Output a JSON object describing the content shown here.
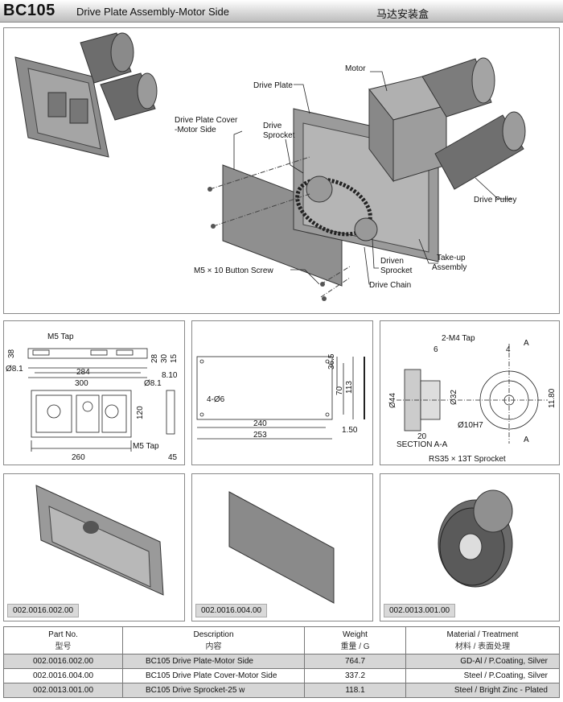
{
  "header": {
    "code": "BC105",
    "title": "Drive Plate Assembly-Motor Side",
    "title_cn": "马达安装盒"
  },
  "assembly": {
    "labels": {
      "motor": "Motor",
      "drive_plate": "Drive Plate",
      "cover": "Drive Plate Cover",
      "cover2": "-Motor Side",
      "sprocket1": "Drive",
      "sprocket2": "Sprocket",
      "pulley": "Drive Pulley",
      "takeup1": "Take-up",
      "takeup2": "Assembly",
      "driven1": "Driven",
      "driven2": "Sprocket",
      "chain": "Drive Chain",
      "screw": "M5 × 10 Button Screw"
    }
  },
  "drawing1": {
    "m5tap": "M5 Tap",
    "d38": "38",
    "d81": "Ø8.1",
    "d284": "284",
    "d300": "300",
    "d28": "28",
    "d30": "30",
    "d15": "15",
    "d810": "8.10",
    "d81b": "Ø8.1",
    "d120": "120",
    "d260": "260",
    "m5tap2": "M5 Tap",
    "d45": "45"
  },
  "drawing2": {
    "d365": "36.5",
    "d70": "70",
    "d113": "113",
    "holes": "4-Ø6",
    "d240": "240",
    "d253": "253",
    "d150": "1.50"
  },
  "drawing3": {
    "tap": "2-M4 Tap",
    "d6": "6",
    "d4": "4",
    "a1": "A",
    "a2": "A",
    "d44": "Ø44",
    "d32": "Ø32",
    "d1180": "11.80",
    "d10h7": "Ø10H7",
    "d20": "20",
    "section": "SECTION A-A",
    "caption": "RS35 × 13T Sprocket"
  },
  "photos": [
    {
      "part_no": "002.0016.002.00"
    },
    {
      "part_no": "002.0016.004.00"
    },
    {
      "part_no": "002.0013.001.00"
    }
  ],
  "table": {
    "headers": [
      {
        "en": "Part No.",
        "cn": "型号"
      },
      {
        "en": "Description",
        "cn": "内容"
      },
      {
        "en": "Weight",
        "cn": "重量 / G"
      },
      {
        "en": "Material / Treatment",
        "cn": "材料 / 表面处理"
      }
    ],
    "rows": [
      {
        "part": "002.0016.002.00",
        "desc": "BC105 Drive Plate-Motor Side",
        "weight": "764.7",
        "material": "GD-Al / P.Coating, Silver"
      },
      {
        "part": "002.0016.004.00",
        "desc": "BC105 Drive Plate Cover-Motor Side",
        "weight": "337.2",
        "material": "Steel / P.Coating, Silver"
      },
      {
        "part": "002.0013.001.00",
        "desc": "BC105 Drive Sprocket-25 w",
        "weight": "118.1",
        "material": "Steel / Bright Zinc - Plated"
      }
    ]
  }
}
